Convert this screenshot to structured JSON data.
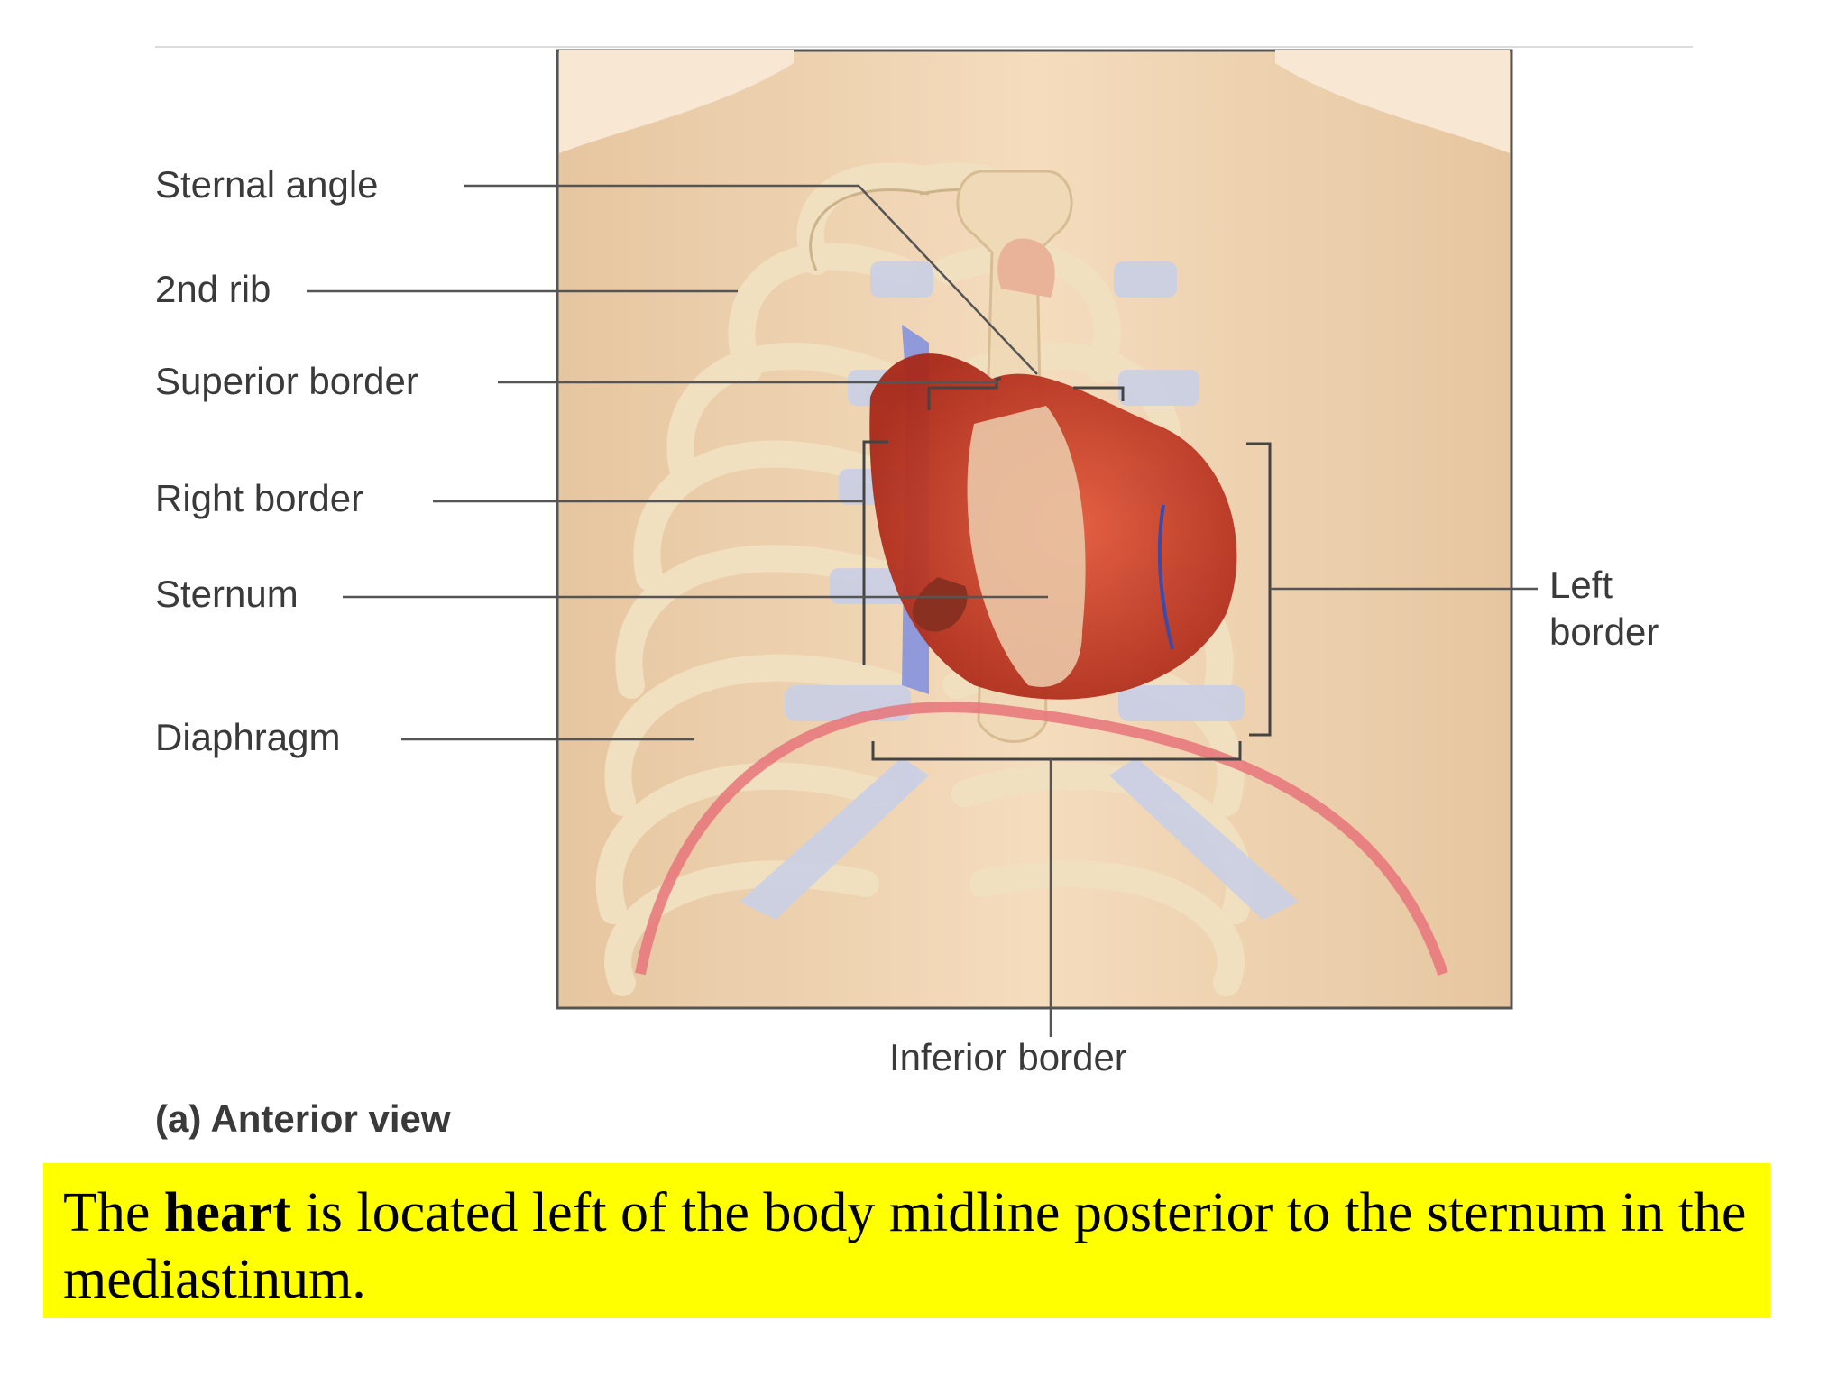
{
  "figure": {
    "labels": {
      "sternal_angle": "Sternal angle",
      "rib_2": "2nd rib",
      "superior_border": "Superior border",
      "right_border": "Right border",
      "sternum": "Sternum",
      "diaphragm": "Diaphragm",
      "left_border_line1": "Left",
      "left_border_line2": "border",
      "inferior_border": "Inferior border"
    },
    "view_label": "(a) Anterior view"
  },
  "caption": {
    "before": "The ",
    "bold": "heart",
    "after": " is located left of the body midline posterior to the sternum in the mediastinum."
  },
  "colors": {
    "skin": "#f0d6b4",
    "rib": "#f3e4c6",
    "cartilage": "#c9cfe6",
    "heart": "#d9412e",
    "vein": "#7f8fe0",
    "caption_bg": "#ffff00"
  }
}
